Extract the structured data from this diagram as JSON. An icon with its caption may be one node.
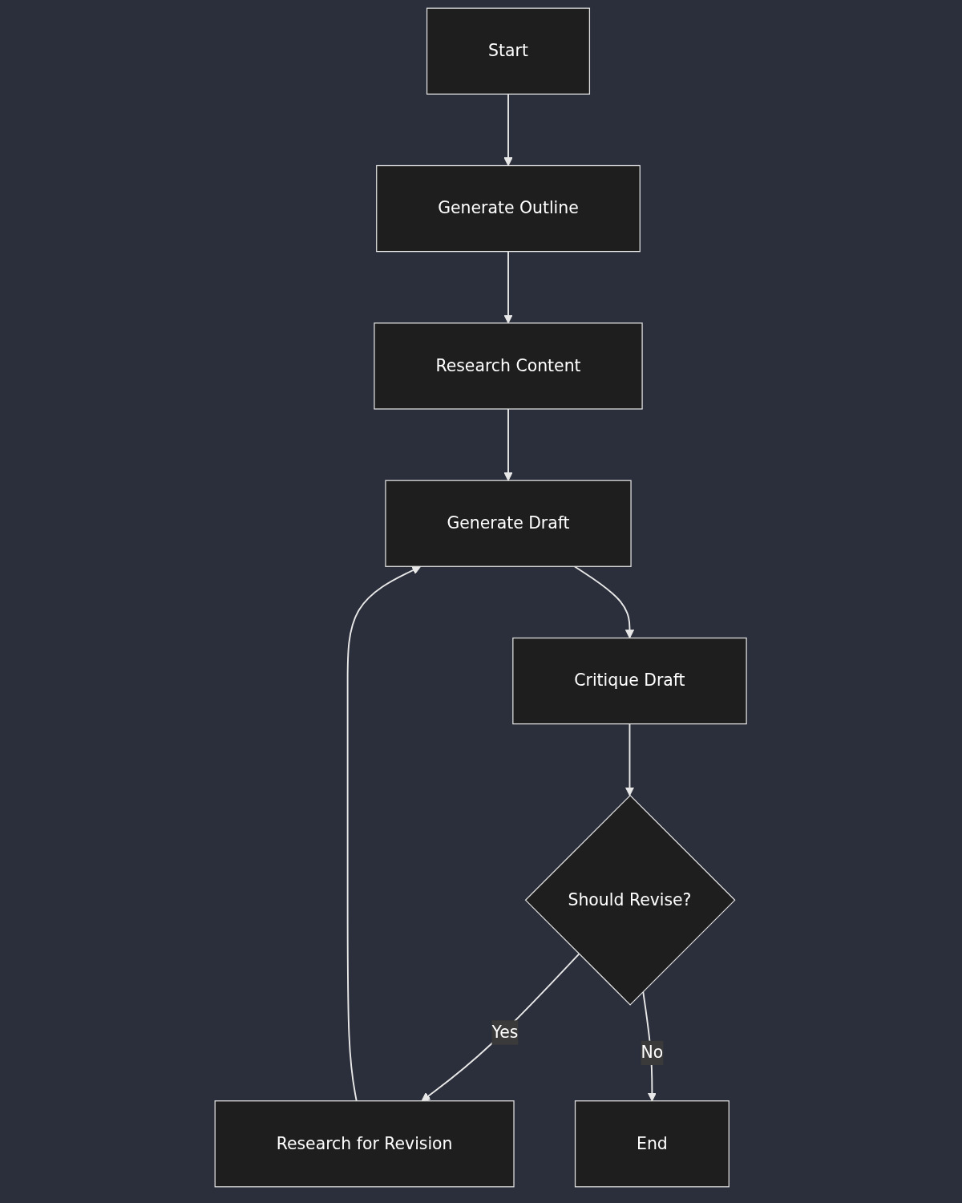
{
  "diagram": {
    "nodes": [
      {
        "text": [
          "Start"
        ]
      },
      {
        "text": [
          "Generate Outline"
        ]
      },
      {
        "text": [
          "Research Content"
        ]
      },
      {
        "text": [
          "Generate Draft"
        ]
      },
      {
        "text": [
          "Critique Draft"
        ]
      },
      {
        "text": [
          "Should Revise?"
        ]
      },
      {
        "text": [
          "Research for Revision"
        ]
      },
      {
        "text": [
          "End"
        ]
      }
    ],
    "edges": [
      {
        "from": 0,
        "to": 1,
        "arrow": "to"
      },
      {
        "from": 1,
        "to": 2,
        "arrow": "to"
      },
      {
        "from": 2,
        "to": 3,
        "arrow": "to"
      },
      {
        "from": 3,
        "to": 4,
        "arrow": "to"
      },
      {
        "from": 4,
        "to": 5,
        "arrow": "to"
      },
      {
        "from": 5,
        "to": 6,
        "label": "Yes",
        "arrow": "to"
      },
      {
        "from": 5,
        "to": 7,
        "label": "No",
        "arrow": "to"
      },
      {
        "from": 6,
        "to": 3,
        "arrow": "to"
      }
    ]
  }
}
